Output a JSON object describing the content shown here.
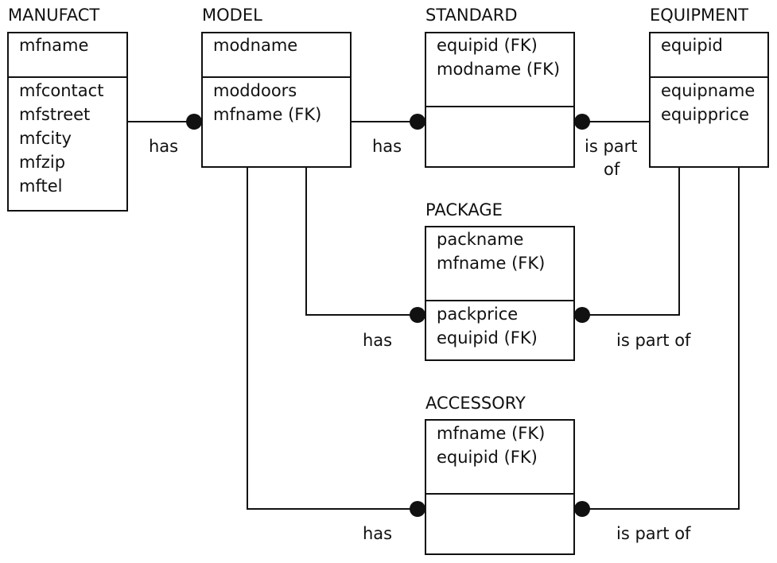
{
  "entities": {
    "manufact": {
      "title": "MANUFACT",
      "key_attrs": [
        "mfname"
      ],
      "other_attrs": [
        "mfcontact",
        "mfstreet",
        "mfcity",
        "mfzip",
        "mftel"
      ]
    },
    "model": {
      "title": "MODEL",
      "key_attrs": [
        "modname"
      ],
      "other_attrs": [
        "moddoors",
        "mfname (FK)"
      ]
    },
    "standard": {
      "title": "STANDARD",
      "key_attrs": [
        "equipid (FK)",
        "modname (FK)"
      ],
      "other_attrs": []
    },
    "equipment": {
      "title": "EQUIPMENT",
      "key_attrs": [
        "equipid"
      ],
      "other_attrs": [
        "equipname",
        "equipprice"
      ]
    },
    "package": {
      "title": "PACKAGE",
      "key_attrs": [
        "packname",
        "mfname (FK)"
      ],
      "other_attrs": [
        "packprice",
        "equipid (FK)"
      ]
    },
    "accessory": {
      "title": "ACCESSORY",
      "key_attrs": [
        "mfname (FK)",
        "equipid (FK)"
      ],
      "other_attrs": []
    }
  },
  "relationships": {
    "manufact_model": "has",
    "model_standard": "has",
    "equipment_standard": [
      "is part",
      "of"
    ],
    "model_package": "has",
    "equipment_package": "is part of",
    "model_accessory": "has",
    "equipment_accessory": "is part of"
  }
}
